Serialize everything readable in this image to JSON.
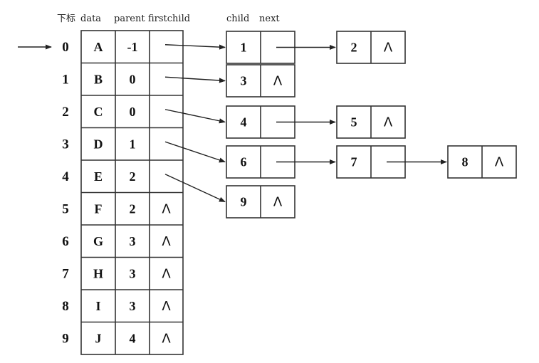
{
  "headers": {
    "index": "下标",
    "data": "data",
    "parent": "parent",
    "firstchild": "firstchild",
    "child": "child",
    "next": "next"
  },
  "null_symbol": "Λ",
  "rows": [
    {
      "index": "0",
      "data": "A",
      "parent": "-1",
      "firstchild": ""
    },
    {
      "index": "1",
      "data": "B",
      "parent": "0",
      "firstchild": ""
    },
    {
      "index": "2",
      "data": "C",
      "parent": "0",
      "firstchild": ""
    },
    {
      "index": "3",
      "data": "D",
      "parent": "1",
      "firstchild": ""
    },
    {
      "index": "4",
      "data": "E",
      "parent": "2",
      "firstchild": ""
    },
    {
      "index": "5",
      "data": "F",
      "parent": "2",
      "firstchild": "Λ"
    },
    {
      "index": "6",
      "data": "G",
      "parent": "3",
      "firstchild": "Λ"
    },
    {
      "index": "7",
      "data": "H",
      "parent": "3",
      "firstchild": "Λ"
    },
    {
      "index": "8",
      "data": "I",
      "parent": "3",
      "firstchild": "Λ"
    },
    {
      "index": "9",
      "data": "J",
      "parent": "4",
      "firstchild": "Λ"
    }
  ],
  "child_lists": [
    {
      "row": 0,
      "nodes": [
        {
          "child": "1",
          "next": ""
        },
        {
          "child": "2",
          "next": "Λ"
        }
      ]
    },
    {
      "row": 1,
      "nodes": [
        {
          "child": "3",
          "next": "Λ"
        }
      ]
    },
    {
      "row": 2,
      "nodes": [
        {
          "child": "4",
          "next": ""
        },
        {
          "child": "5",
          "next": "Λ"
        }
      ]
    },
    {
      "row": 3,
      "nodes": [
        {
          "child": "6",
          "next": ""
        },
        {
          "child": "7",
          "next": ""
        },
        {
          "child": "8",
          "next": "Λ"
        }
      ]
    },
    {
      "row": 4,
      "nodes": [
        {
          "child": "9",
          "next": "Λ"
        }
      ]
    }
  ]
}
